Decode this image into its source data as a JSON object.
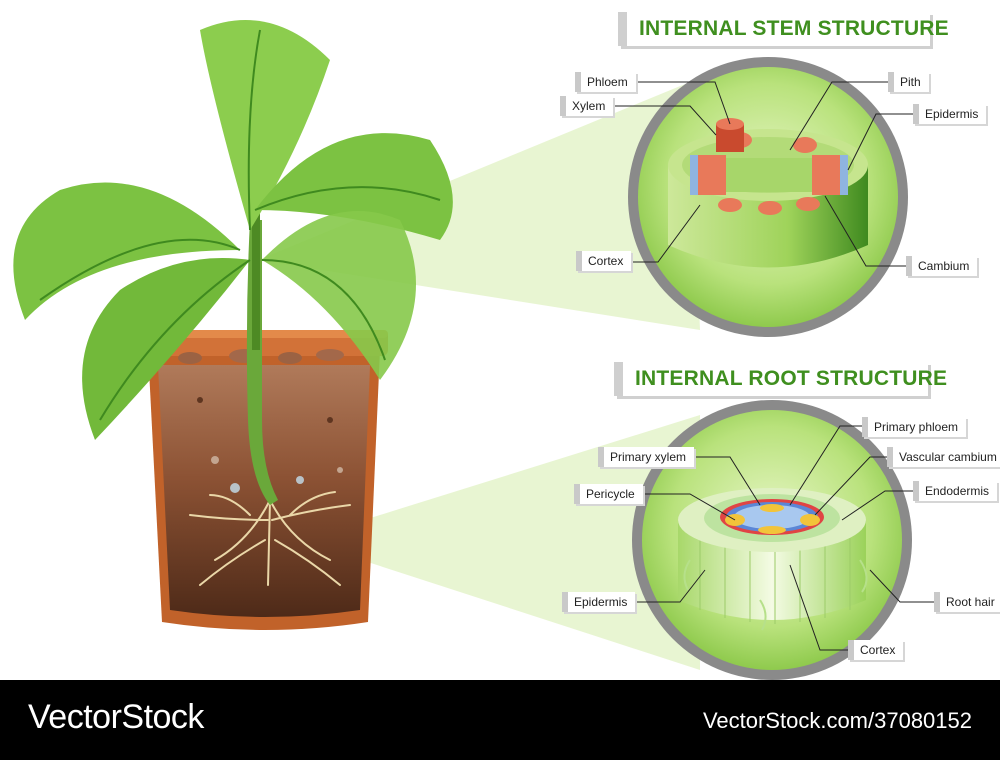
{
  "stem_title": "INTERNAL STEM STRUCTURE",
  "root_title": "INTERNAL ROOT STRUCTURE",
  "stem_labels": {
    "phloem": "Phloem",
    "xylem": "Xylem",
    "pith": "Pith",
    "epidermis": "Epidermis",
    "cortex": "Cortex",
    "cambium": "Cambium"
  },
  "root_labels": {
    "primary_phloem": "Primary phloem",
    "primary_xylem": "Primary xylem",
    "vascular_cambium": "Vascular cambium",
    "pericycle": "Pericycle",
    "endodermis": "Endodermis",
    "epidermis": "Epidermis",
    "root_hair": "Root hair",
    "cortex": "Cortex"
  },
  "footer": {
    "brand": "VectorStock",
    "credit": "VectorStock.com/37080152"
  },
  "colors": {
    "leaf": "#7cc242",
    "leaf_dark": "#3f8a1f",
    "pot": "#c1622a",
    "soil": "#6b3c26",
    "lens": "#b7e07a",
    "title_green": "#3f8f1f"
  }
}
